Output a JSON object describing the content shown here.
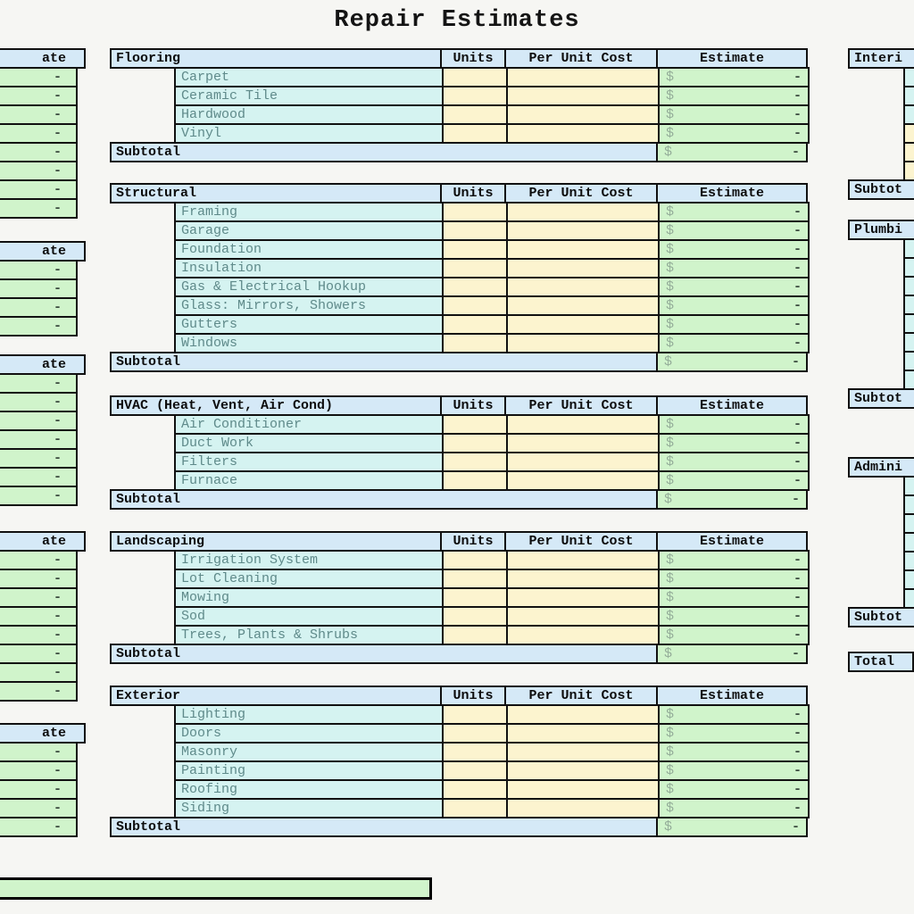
{
  "title": "Repair Estimates",
  "columns": {
    "units": "Units",
    "per_unit_cost": "Per Unit Cost",
    "estimate": "Estimate"
  },
  "labels": {
    "subtotal": "Subtotal",
    "total": "Total"
  },
  "estimate_cell": {
    "currency": "$",
    "value": "-"
  },
  "center_sections": [
    {
      "name": "Flooring",
      "items": [
        "Carpet",
        "Ceramic Tile",
        "Hardwood",
        "Vinyl"
      ]
    },
    {
      "name": "Structural",
      "items": [
        "Framing",
        "Garage",
        "Foundation",
        "Insulation",
        "Gas & Electrical Hookup",
        "Glass: Mirrors, Showers",
        "Gutters",
        "Windows"
      ]
    },
    {
      "name": "HVAC (Heat, Vent, Air Cond)",
      "items": [
        "Air Conditioner",
        "Duct Work",
        "Filters",
        "Furnace"
      ]
    },
    {
      "name": "Landscaping",
      "items": [
        "Irrigation System",
        "Lot Cleaning",
        "Mowing",
        "Sod",
        "Trees, Plants & Shrubs"
      ]
    },
    {
      "name": "Exterior",
      "items": [
        "Lighting",
        "Doors",
        "Masonry",
        "Painting",
        "Roofing",
        "Siding"
      ]
    }
  ],
  "left_column": {
    "header_fragment": "ate",
    "cell_value": "-",
    "blocks": [
      {
        "rows": 8
      },
      {
        "rows": 4
      },
      {
        "rows": 7
      },
      {
        "rows": 8
      },
      {
        "rows": 5
      }
    ]
  },
  "right_column": {
    "subtotal_fragment": "Subtot",
    "sections": [
      {
        "header_fragment": "Interi",
        "row_colors": [
          "cyan",
          "cyan",
          "cyan",
          "yellow",
          "yellow",
          "yellow"
        ]
      },
      {
        "header_fragment": "Plumbi",
        "row_colors": [
          "cyan",
          "cyan",
          "cyan",
          "cyan",
          "cyan",
          "cyan",
          "cyan",
          "cyan"
        ]
      },
      {
        "header_fragment": "Admini",
        "row_colors": [
          "cyan",
          "cyan",
          "cyan",
          "cyan",
          "cyan",
          "cyan",
          "cyan"
        ]
      }
    ]
  },
  "colors": {
    "header_blue": "#d5e9f7",
    "item_cyan": "#d5f3f1",
    "input_yellow": "#fcf4cf",
    "estimate_green": "#d0f4cb",
    "border_black": "#111111",
    "page_background": "#f6f6f3"
  }
}
